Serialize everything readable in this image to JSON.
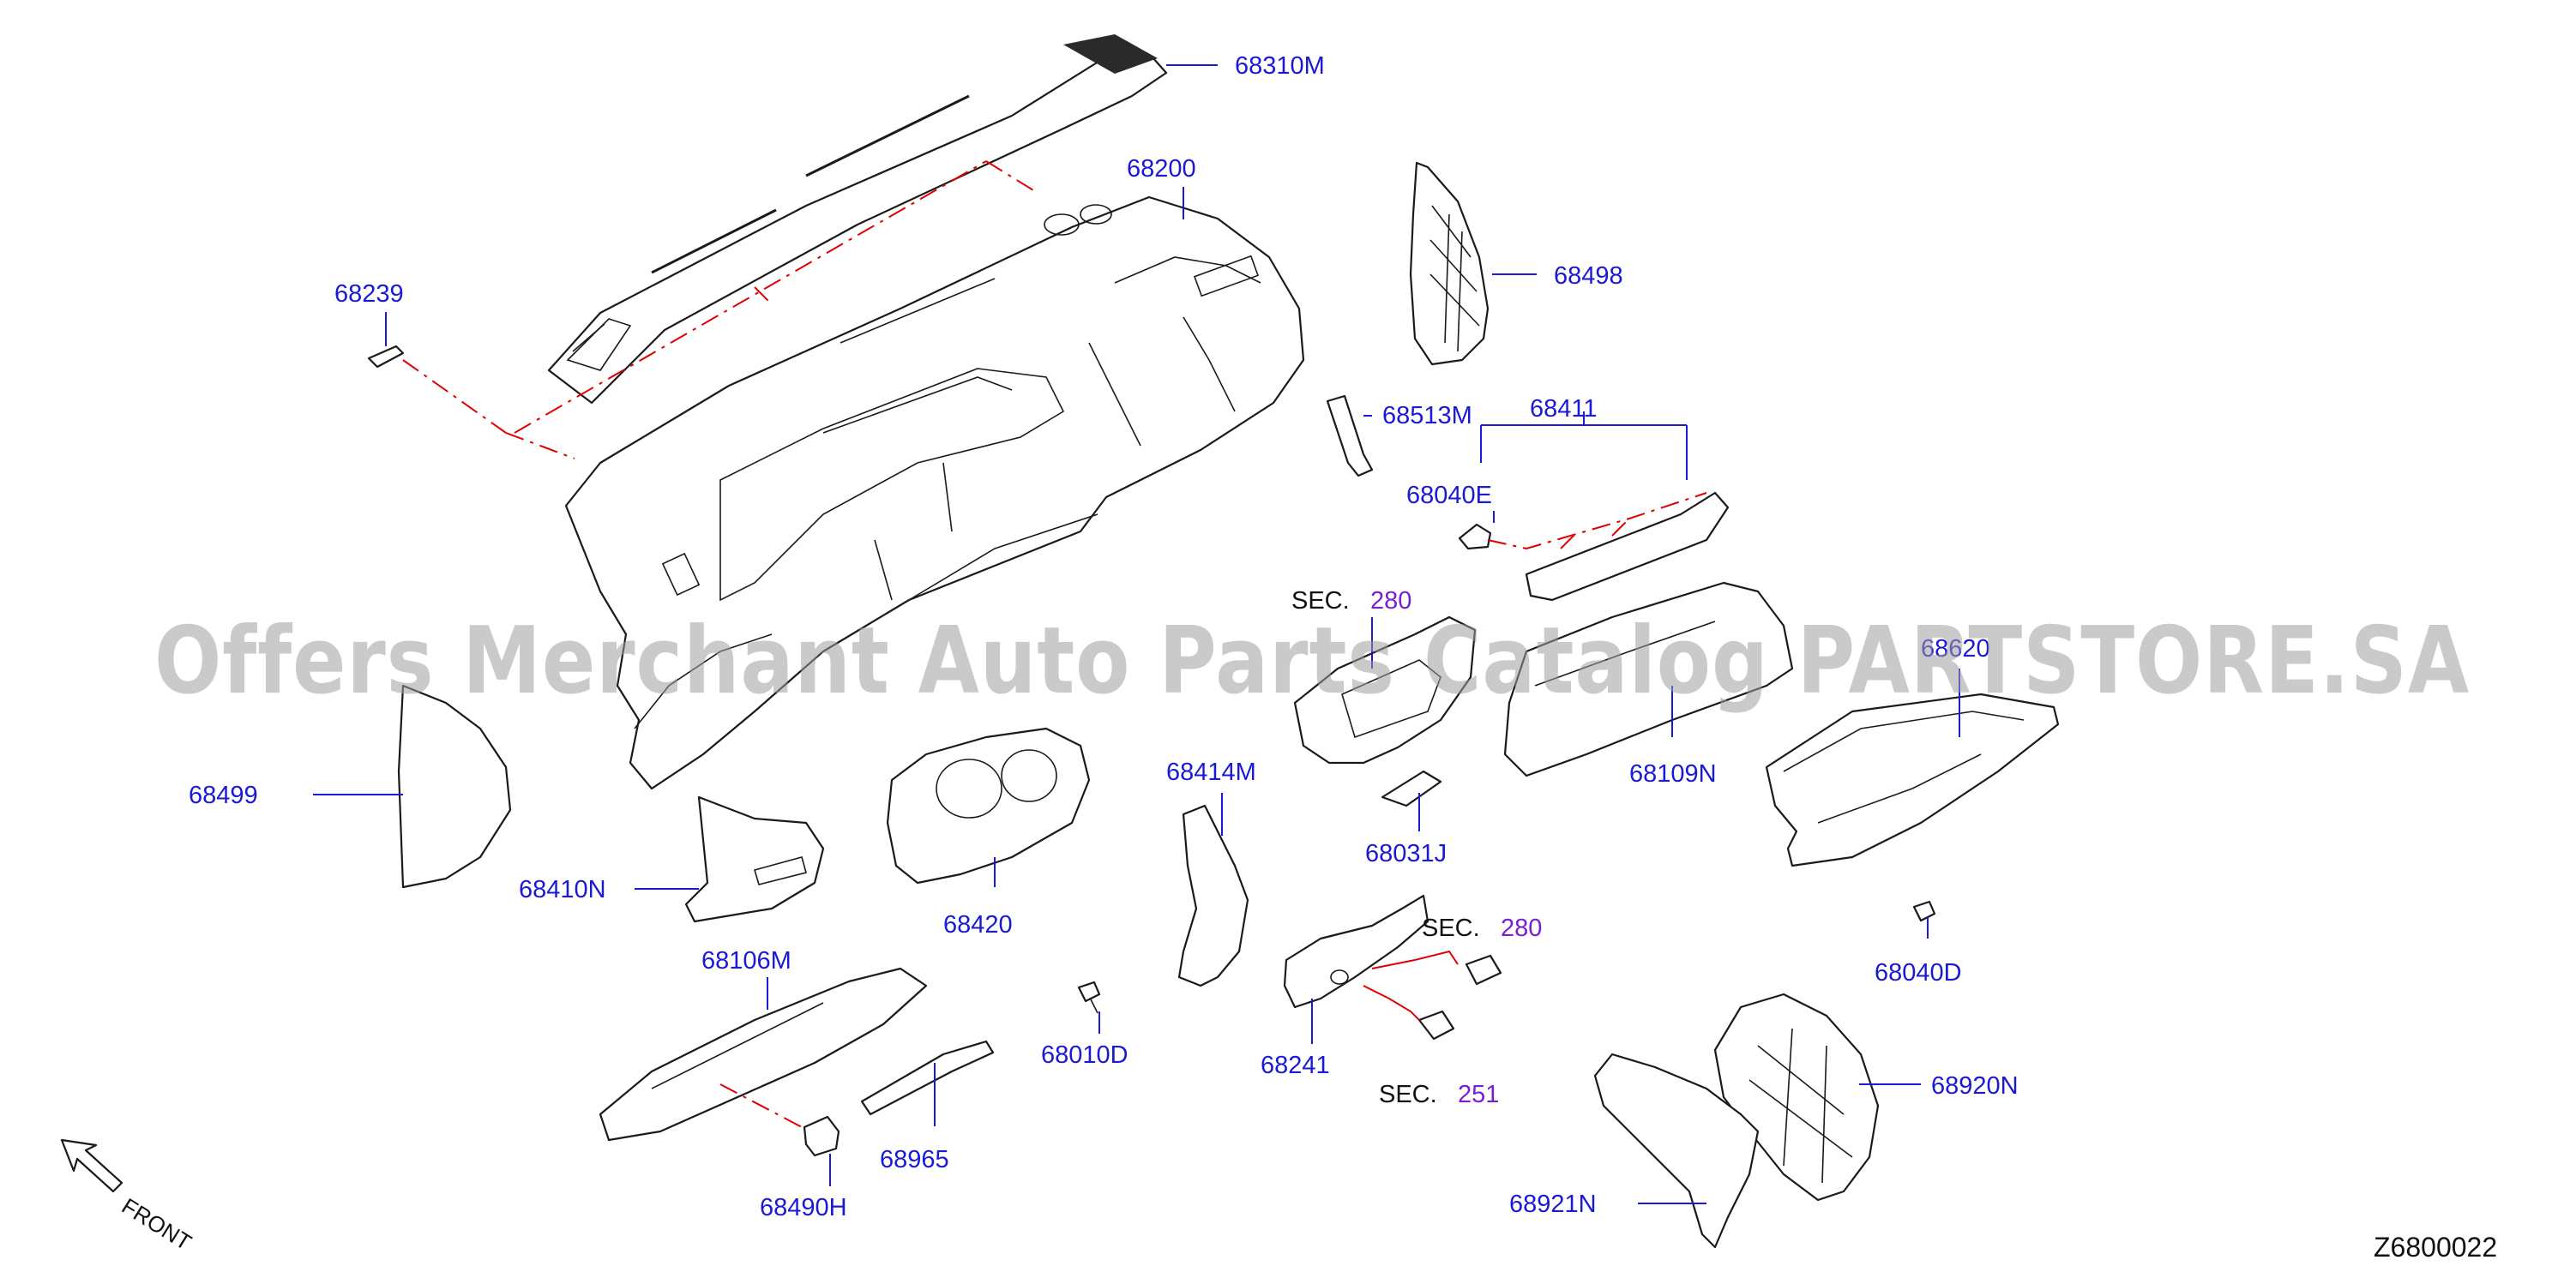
{
  "labels": {
    "p68310M": "68310M",
    "p68200": "68200",
    "p68239": "68239",
    "p68498": "68498",
    "p68513M": "68513M",
    "p68411": "68411",
    "p68040E": "68040E",
    "p68499": "68499",
    "p68410N": "68410N",
    "p68420": "68420",
    "p68414M": "68414M",
    "p68031J": "68031J",
    "p68109N": "68109N",
    "p68620": "68620",
    "p68040D": "68040D",
    "p68106M": "68106M",
    "p68010D": "68010D",
    "p68241": "68241",
    "p68920N": "68920N",
    "p68965": "68965",
    "p68490H": "68490H",
    "p68921N": "68921N"
  },
  "section_refs": {
    "sec_prefix": "SEC.",
    "sec280_upper": "280",
    "sec280_lower": "280",
    "sec251": "251"
  },
  "front_label": "FRONT",
  "diagram_code": "Z6800022",
  "watermark": "Offers Merchant Auto Parts Catalog PARTSTORE.SA",
  "colors": {
    "part_number": "#1a1ad6",
    "section_number": "#7a1fd0",
    "phantom_line": "#e00000",
    "outline": "#1a1a1a",
    "watermark": "#9e9e9e"
  }
}
